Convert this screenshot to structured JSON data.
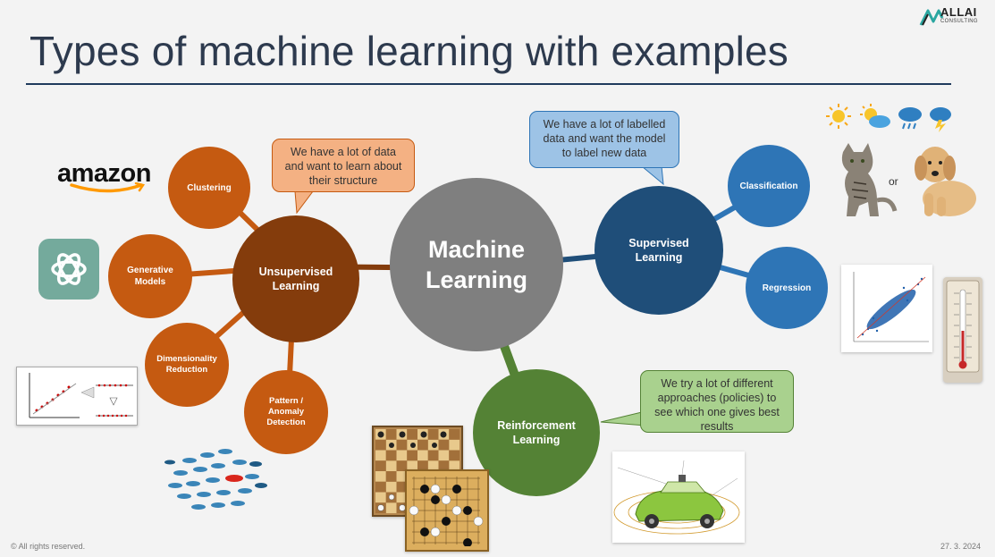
{
  "slide": {
    "title": "Types of machine learning with examples",
    "logo": {
      "name": "ALLAI",
      "sub": "CONSULTING"
    },
    "footer_left": "© All rights reserved.",
    "footer_right": "27. 3. 2024"
  },
  "center": {
    "line1": "Machine",
    "line2": "Learning"
  },
  "unsupervised": {
    "line1": "Unsupervised",
    "line2": "Learning",
    "bubble": {
      "line1": "We have a lot of data",
      "line2": "and want to learn about",
      "line3": "their structure"
    },
    "children": {
      "clustering": {
        "line1": "Clustering"
      },
      "generative": {
        "line1": "Generative",
        "line2": "Models"
      },
      "dimensionality": {
        "line1": "Dimensionality",
        "line2": "Reduction"
      },
      "pattern": {
        "line1": "Pattern /",
        "line2": "Anomaly",
        "line3": "Detection"
      }
    }
  },
  "supervised": {
    "line1": "Supervised",
    "line2": "Learning",
    "bubble": {
      "line1": "We have a lot of labelled",
      "line2": "data and want the model",
      "line3": "to label new data"
    },
    "children": {
      "classification": {
        "line1": "Classification"
      },
      "regression": {
        "line1": "Regression"
      }
    }
  },
  "reinforcement": {
    "line1": "Reinforcement",
    "line2": "Learning",
    "bubble": {
      "line1": "We try a lot of different",
      "line2": "approaches (policies) to",
      "line3": "see which one gives best",
      "line4": "results"
    }
  },
  "examples": {
    "amazon_logo": "amazon",
    "or_text": "or",
    "icons": [
      "sun-icon",
      "sun-cloud-icon",
      "rain-cloud-icon",
      "storm-cloud-icon",
      "openai-logo-icon",
      "cat-image",
      "dog-image",
      "fish-school-image",
      "chess-board-image",
      "go-board-image",
      "self-driving-car-image",
      "scatter-plot-image",
      "thermometer-image",
      "dimensionality-reduction-image"
    ]
  },
  "colors": {
    "center": "#7f7f7f",
    "unsupervised": "#843c0c",
    "unsupervised_child": "#c55a11",
    "supervised": "#1f4e79",
    "supervised_child": "#2e75b6",
    "reinforcement": "#548235",
    "bubble_orange": "#f4b183",
    "bubble_blue": "#9dc3e6",
    "bubble_green": "#a9d18e"
  }
}
